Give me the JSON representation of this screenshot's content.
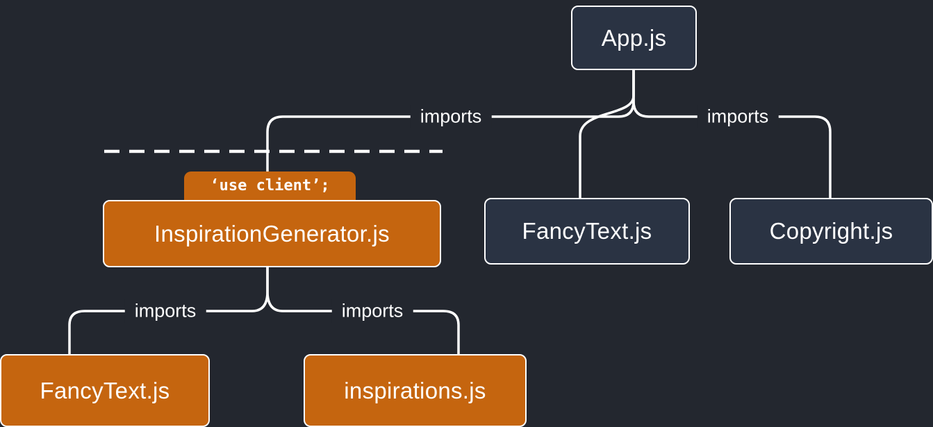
{
  "colors": {
    "background": "#23272F",
    "server_node": "#2A3343",
    "client_node": "#C5650F",
    "line": "#FFFFFF",
    "text": "#FFFFFF"
  },
  "diagram": {
    "nodes": [
      {
        "id": "app",
        "label": "App.js",
        "kind": "server"
      },
      {
        "id": "inspiration-generator",
        "label": "InspirationGenerator.js",
        "kind": "client",
        "directive": "‘use client’;"
      },
      {
        "id": "fancy-text-client",
        "label": "FancyText.js",
        "kind": "client"
      },
      {
        "id": "inspirations",
        "label": "inspirations.js",
        "kind": "client"
      },
      {
        "id": "fancy-text-server",
        "label": "FancyText.js",
        "kind": "server"
      },
      {
        "id": "copyright",
        "label": "Copyright.js",
        "kind": "server"
      }
    ],
    "edges": [
      {
        "from": "App.js",
        "to": "InspirationGenerator.js",
        "label": "imports"
      },
      {
        "from": "App.js",
        "to": "FancyText.js",
        "label": ""
      },
      {
        "from": "App.js",
        "to": "Copyright.js",
        "label": "imports"
      },
      {
        "from": "InspirationGenerator.js",
        "to": "FancyText.js",
        "label": "imports"
      },
      {
        "from": "InspirationGenerator.js",
        "to": "inspirations.js",
        "label": "imports"
      }
    ]
  }
}
